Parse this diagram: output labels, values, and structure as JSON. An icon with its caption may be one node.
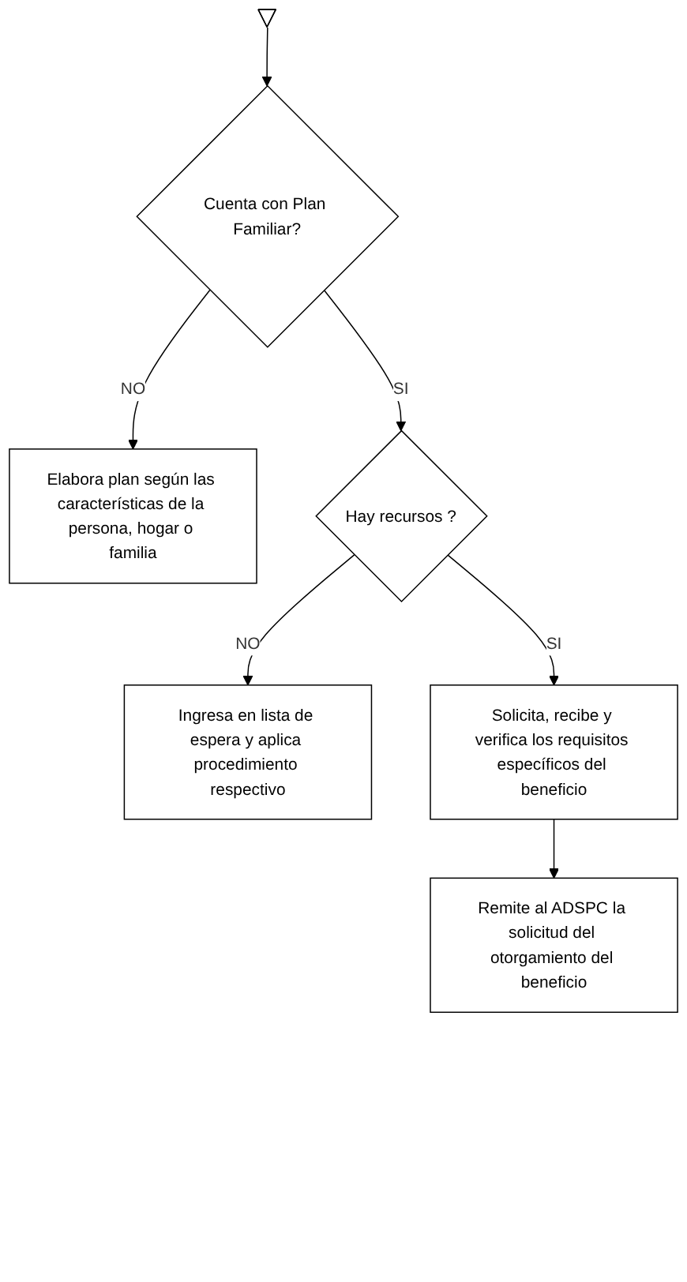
{
  "diagram": {
    "nodes": [
      {
        "text": [],
        "shape": "pentagon"
      },
      {
        "text": [
          "Cuenta con Plan Familiar?"
        ]
      },
      {
        "text": [
          "Elabora plan según las características de la persona, hogar o familia"
        ]
      },
      {
        "text": [
          "Hay recursos ?"
        ]
      },
      {
        "text": [
          "Ingresa en lista de espera y aplica procedimiento respectivo"
        ]
      },
      {
        "text": [
          "Solicita, recibe y verifica los requisitos específicos del beneficio"
        ]
      },
      {
        "text": [
          "Remite al ADSPC la solicitud del otorgamiento del beneficio"
        ]
      }
    ],
    "edges": [
      {
        "from": 0,
        "to": 1,
        "arrow": "to"
      },
      {
        "from": 1,
        "to": 2,
        "label": "NO",
        "arrow": "to"
      },
      {
        "from": 1,
        "to": 3,
        "label": "SI",
        "arrow": "to"
      },
      {
        "from": 3,
        "to": 4,
        "label": "NO",
        "arrow": "to"
      },
      {
        "from": 3,
        "to": 5,
        "label": "SI",
        "arrow": "to"
      },
      {
        "from": 5,
        "to": 6,
        "arrow": "to"
      }
    ]
  }
}
